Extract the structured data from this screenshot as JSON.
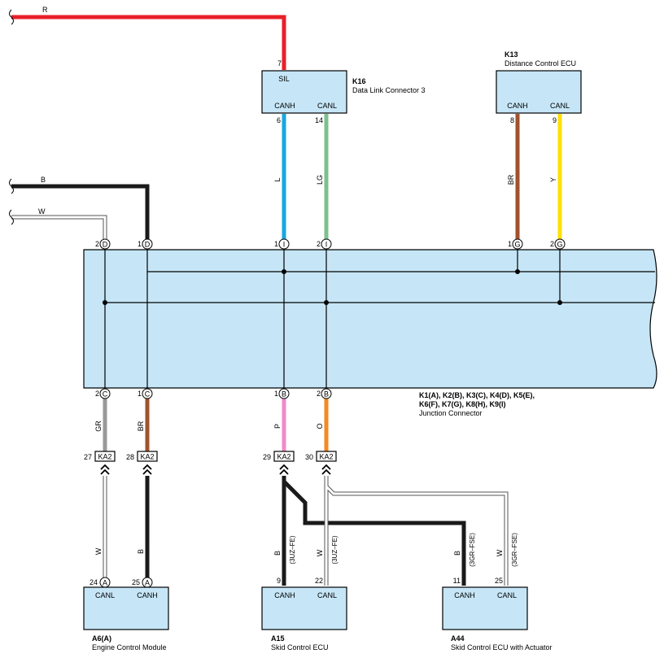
{
  "colors": {
    "red": "#e8202a",
    "black": "#1a1a1a",
    "white_wire": "#ffffff",
    "blue": "#1aa6e0",
    "green": "#7cc18f",
    "brown": "#a0522d",
    "yellow": "#ffe000",
    "gray": "#999999",
    "pink": "#f08ac8",
    "orange": "#f5891f",
    "box_fill": "#c6e6f7"
  },
  "wire_codes": {
    "r_top": "R",
    "b_left": "B",
    "w_left": "W",
    "l": "L",
    "lg": "LG",
    "br_k13": "BR",
    "y_k13": "Y",
    "gr": "GR",
    "br_a6": "BR",
    "p": "P",
    "o": "O",
    "w_a6": "W",
    "b_a6": "B",
    "b_a15": "B",
    "w_a15": "W",
    "b_a44": "B",
    "w_a44": "W"
  },
  "variant_notes": {
    "a15_canh": "(3UZ–FE)",
    "a15_canl": "(3UZ–FE)",
    "a44_canh": "(3GR–FSE)",
    "a44_canl": "(3GR–FSE)"
  },
  "k16": {
    "ref": "K16",
    "name": "Data Link Connector 3",
    "sil": "SIL",
    "canh": "CANH",
    "canl": "CANL",
    "pin_sil": "7",
    "pin_canh": "6",
    "pin_canl": "14"
  },
  "k13": {
    "ref": "K13",
    "name": "Distance Control ECU",
    "canh": "CANH",
    "canl": "CANL",
    "pin_canh": "8",
    "pin_canl": "9"
  },
  "junction": {
    "line1": "K1(A), K2(B), K3(C), K4(D), K5(E),",
    "line2": "K6(F), K7(G), K8(H), K9(I)",
    "name": "Junction Connector",
    "top_pins": [
      {
        "num": "2",
        "conn": "D"
      },
      {
        "num": "1",
        "conn": "D"
      },
      {
        "num": "1",
        "conn": "I"
      },
      {
        "num": "2",
        "conn": "I"
      },
      {
        "num": "1",
        "conn": "G"
      },
      {
        "num": "2",
        "conn": "G"
      }
    ],
    "bottom_pins": [
      {
        "num": "2",
        "conn": "C"
      },
      {
        "num": "1",
        "conn": "C"
      },
      {
        "num": "1",
        "conn": "B"
      },
      {
        "num": "2",
        "conn": "B"
      }
    ]
  },
  "ka2": {
    "label": "KA2",
    "pins": [
      "27",
      "28",
      "29",
      "30"
    ]
  },
  "a6": {
    "ref": "A6(A)",
    "name": "Engine Control Module",
    "canl": "CANL",
    "canh": "CANH",
    "pin_canl": "24",
    "pin_canh": "25",
    "conn": "A"
  },
  "a15": {
    "ref": "A15",
    "name": "Skid Control ECU",
    "canh": "CANH",
    "canl": "CANL",
    "pin_canh": "9",
    "pin_canl": "22"
  },
  "a44": {
    "ref": "A44",
    "name": "Skid Control ECU with Actuator",
    "canh": "CANH",
    "canl": "CANL",
    "pin_canh": "11",
    "pin_canl": "25"
  }
}
